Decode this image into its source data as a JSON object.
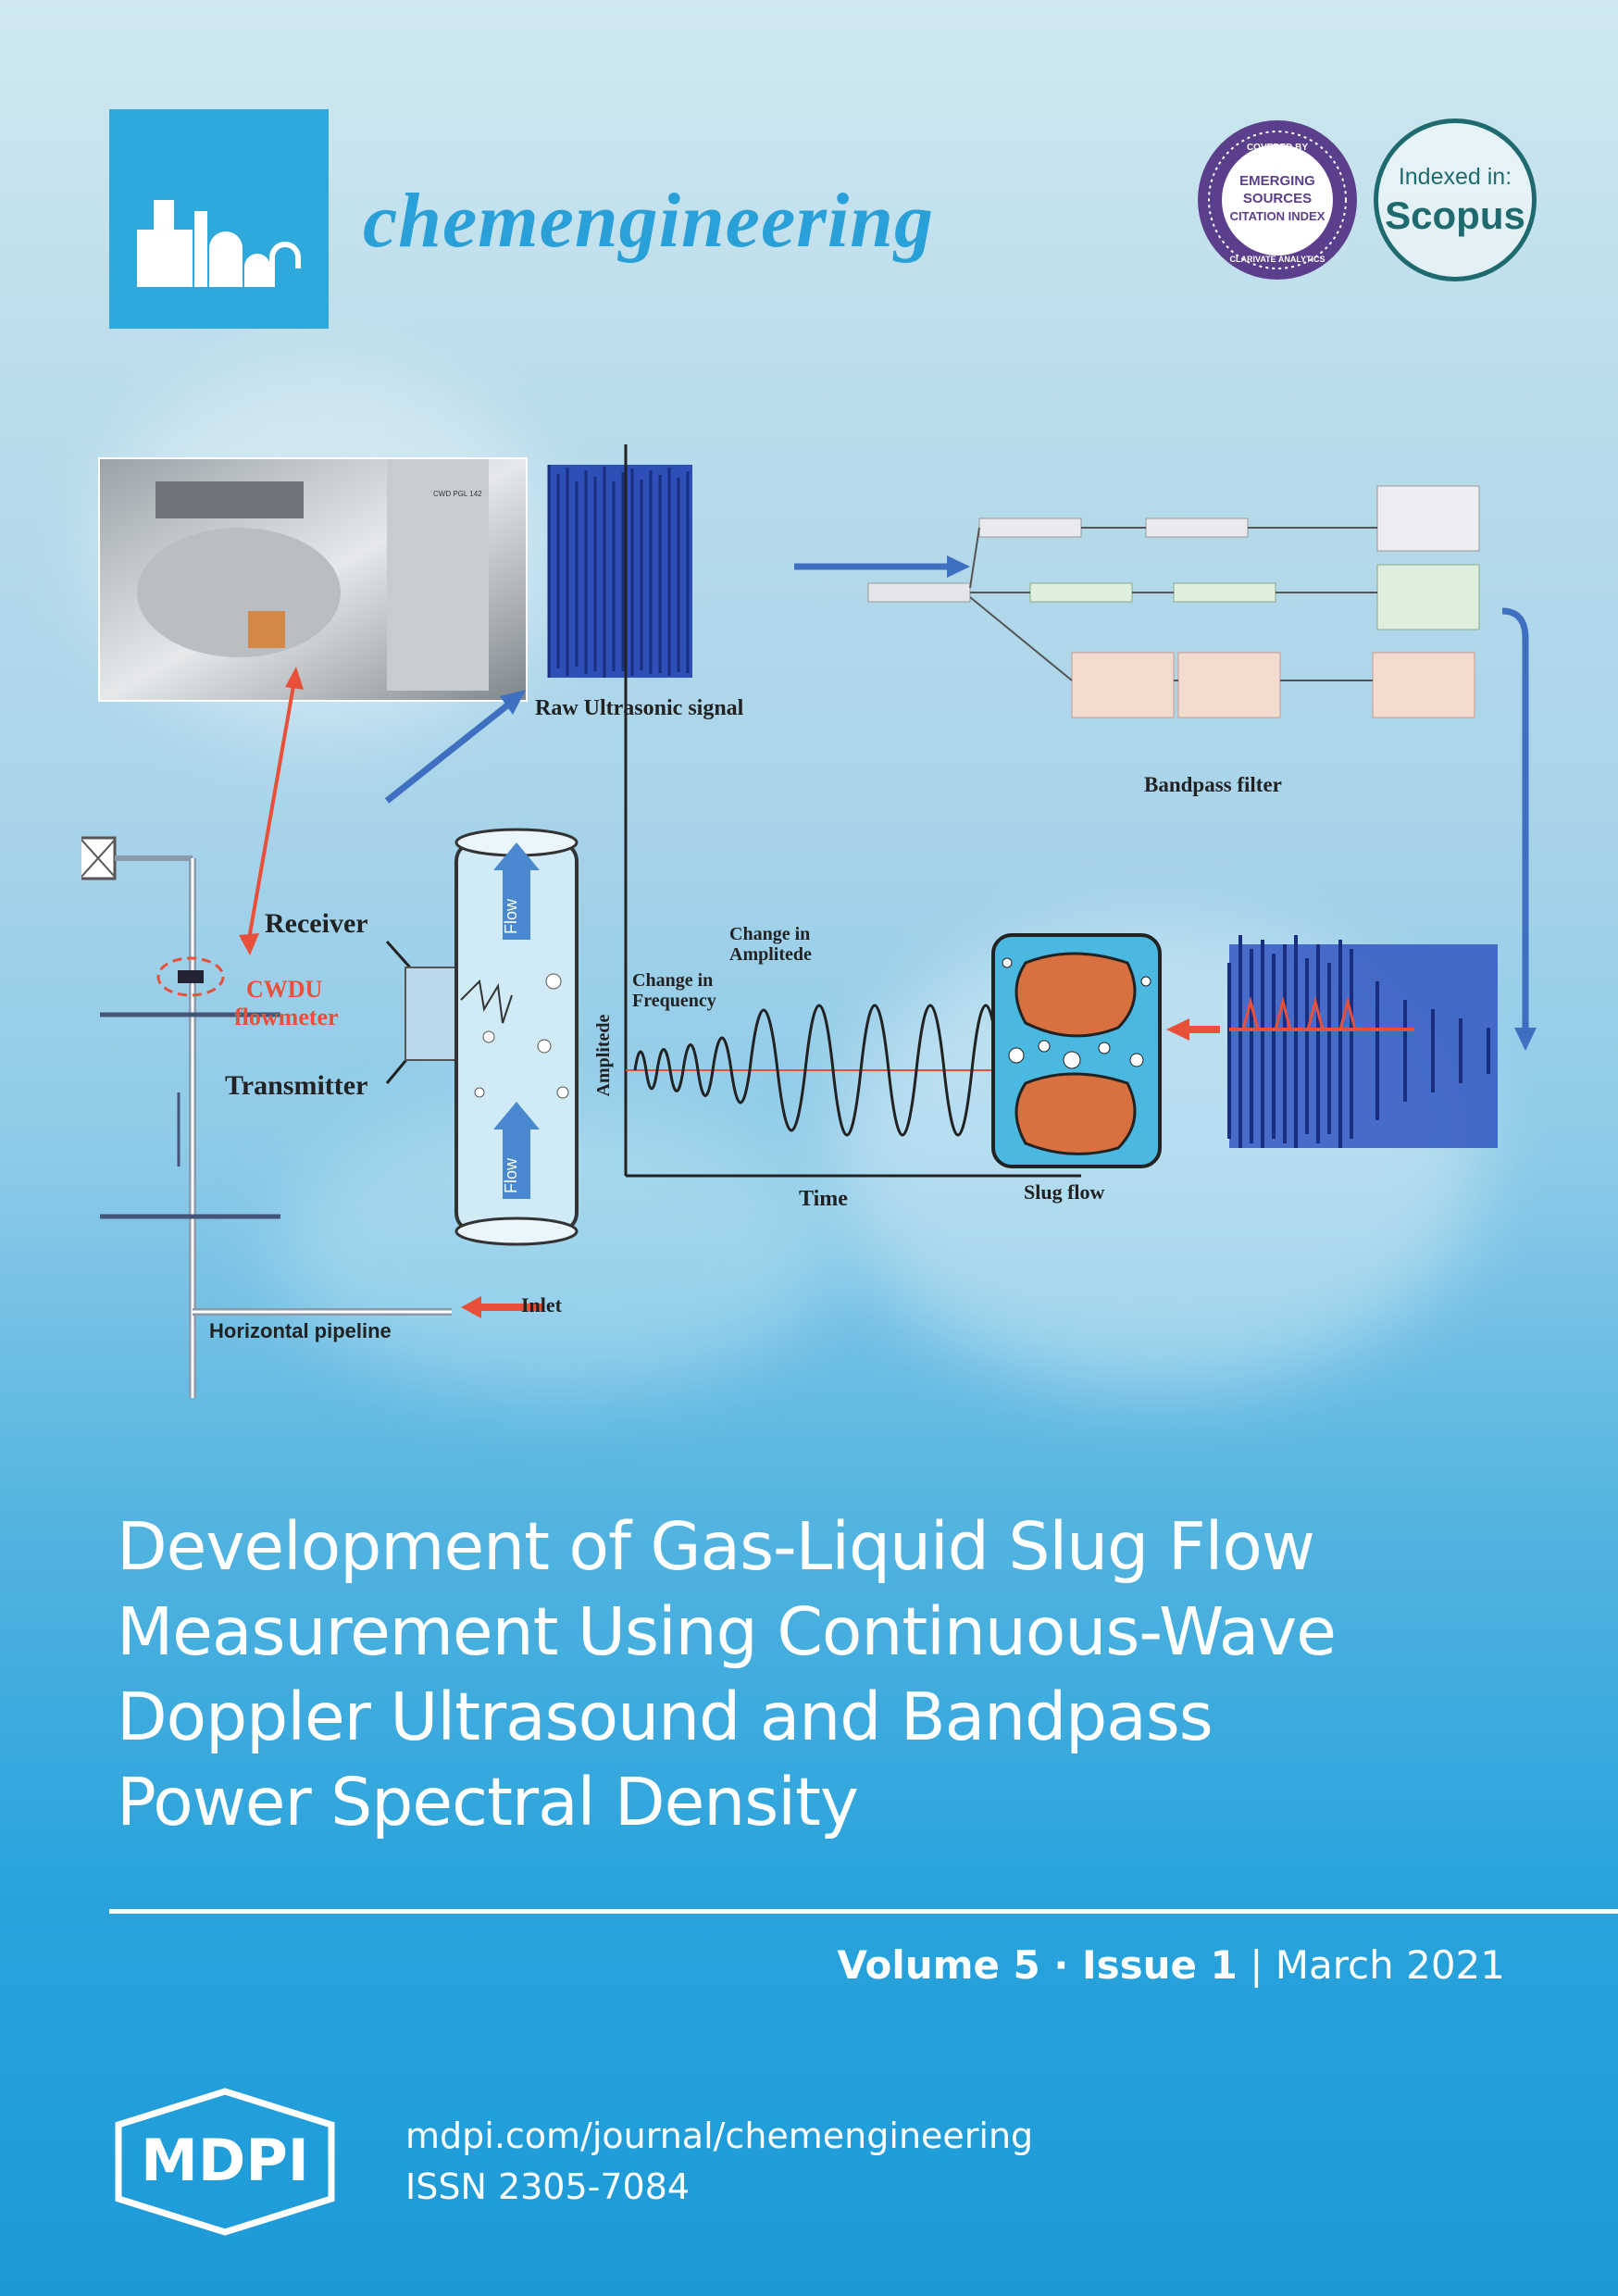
{
  "journal": {
    "name": "chemengineering"
  },
  "badges": {
    "esci": {
      "covered_by": "COVERED BY",
      "line1": "EMERGING",
      "line2": "SOURCES",
      "line3": "CITATION INDEX",
      "provider": "CLARIVATE ANALYTICS"
    },
    "scopus": {
      "indexed_in": "Indexed in:",
      "name": "Scopus"
    }
  },
  "figure": {
    "photo_tag": "CWD PGL 142",
    "raw_signal_label": "Raw Ultrasonic signal",
    "bandpass_label": "Bandpass filter",
    "receiver": "Receiver",
    "transmitter": "Transmitter",
    "cwdu": "CWDU",
    "flowmeter": "flowmeter",
    "flow_top": "Flow",
    "flow_bottom": "Flow",
    "change_frequency_1": "Change in",
    "change_frequency_2": "Frequency",
    "change_amplitude_1": "Change in",
    "change_amplitude_2": "Amplitede",
    "axis_y": "Amplitede",
    "axis_x": "Time",
    "slug_flow": "Slug flow",
    "inlet": "Inlet",
    "horizontal_pipeline": "Horizontal pipeline"
  },
  "title": {
    "line1": "Development of Gas-Liquid Slug Flow",
    "line2": "Measurement Using Continuous-Wave",
    "line3": "Doppler Ultrasound and Bandpass",
    "line4": "Power Spectral Density"
  },
  "issue": {
    "volume": "Volume 5",
    "separator": " · ",
    "issue": "Issue 1",
    "bar": " | ",
    "date": "March 2021"
  },
  "publisher": {
    "logo_text": "MDPI",
    "url": "mdpi.com/journal/chemengineering",
    "issn": "ISSN 2305-7084"
  },
  "colors": {
    "accent": "#2aa0d8",
    "signal_blue": "#2f4fb8",
    "arrow_red": "#e8503a",
    "slug_orange": "#d97040"
  }
}
